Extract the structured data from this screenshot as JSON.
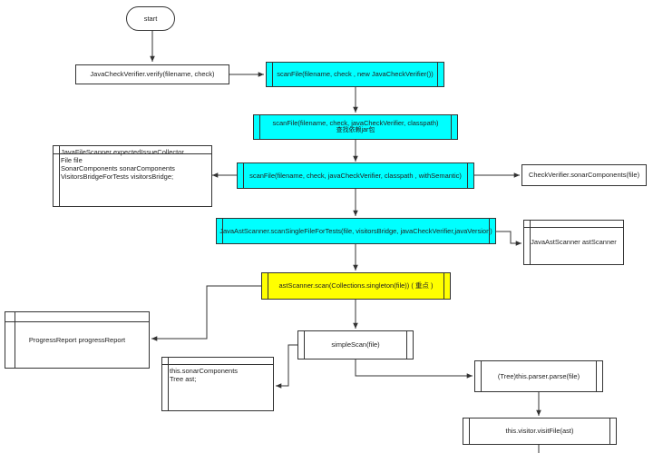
{
  "diagram": {
    "start": "start",
    "verify": "JavaCheckVerifier.verify(filename, check)",
    "scan_file_1": "scanFile(filename, check , new JavaCheckVerifier())",
    "scan_file_2": "scanFile(filename, check, javaCheckVerifier, classpath)",
    "scan_file_2_note": "查找依赖jar包",
    "scan_file_3": "scanFile(filename, check, javaCheckVerifier, classpath , withSemantic)",
    "fields_box": {
      "line1": "JavaFileScanner expectedIssueCollector",
      "line2": "File file",
      "line3": "SonarComponents sonarComponents",
      "line4": "VisitorsBridgeForTests visitorsBridge;"
    },
    "sonar_components": "CheckVerifier.sonarComponents(file)",
    "scan_single_file": "JavaAstScanner.scanSingleFileForTests(file, visitorsBridge, javaCheckVerifier,javaVersion)",
    "ast_scanner": "JavaAstScanner astScanner",
    "ast_scan": "astScanner.scan(Collections.singleton(file))    ( 重点 )",
    "progress_report": "ProgressReport progressReport",
    "simple_scan": "simpleScan(file)",
    "locals_box": {
      "line1": "this.sonarComponents",
      "line2": "Tree ast;"
    },
    "parser_parse": "(Tree)this.parser.parse(file)",
    "visit_file": "this.visitor.visitFile(ast)"
  }
}
